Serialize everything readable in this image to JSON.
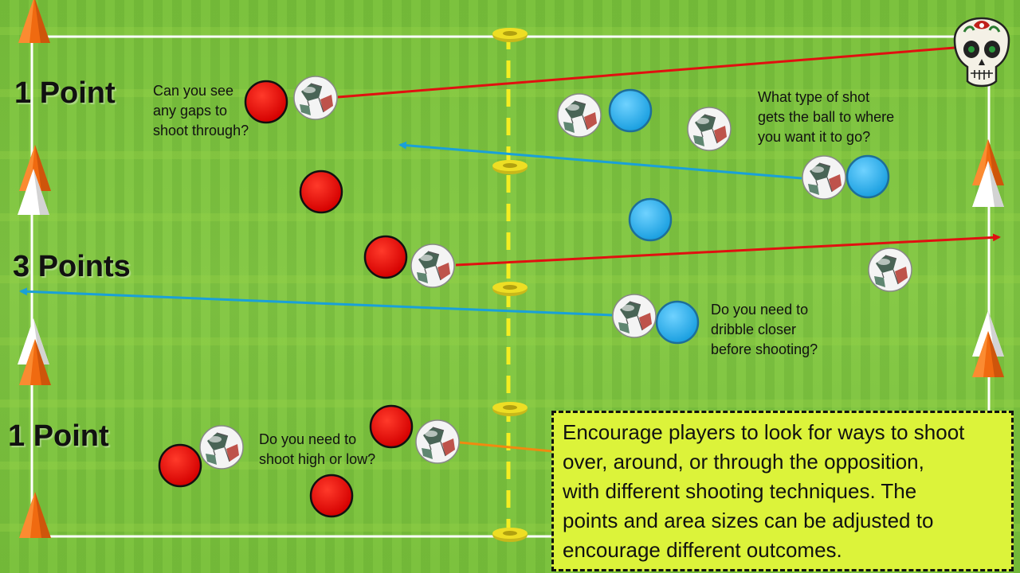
{
  "zones": {
    "top_label": "1 Point",
    "middle_label": "3 Points",
    "bottom_label": "1 Point"
  },
  "questions": {
    "gaps": "Can you see any gaps to shoot through?",
    "gaps_lines": [
      "Can you see",
      "any gaps to",
      "shoot through?"
    ],
    "shot_type_lines": [
      "What type of shot",
      "gets the ball to where",
      "you want it to go?"
    ],
    "dribble_lines": [
      "Do you need to",
      "dribble closer",
      "before shooting?"
    ],
    "high_low_lines": [
      "Do you need to",
      "shoot high or low?"
    ]
  },
  "coaching_note_lines": [
    "Encourage players to look for ways to shoot",
    "over, around, or through the opposition,",
    "with different shooting techniques. The",
    "points and area sizes can be adjusted to",
    "encourage different outcomes."
  ],
  "colors": {
    "grass": "#7cc23e",
    "red_team": "#e50000",
    "blue_team": "#29aef0",
    "red_arrow": "#e01010",
    "blue_arrow": "#1aa0d8",
    "cone_orange": "#f06a10",
    "halfway_line": "#f4ee22",
    "disc": "#e8d81e",
    "note_box": "#dcf33a"
  },
  "icons": {
    "logo": "sugar-skull-icon",
    "ball": "soccer-ball-icon",
    "cone": "traffic-cone-icon"
  }
}
